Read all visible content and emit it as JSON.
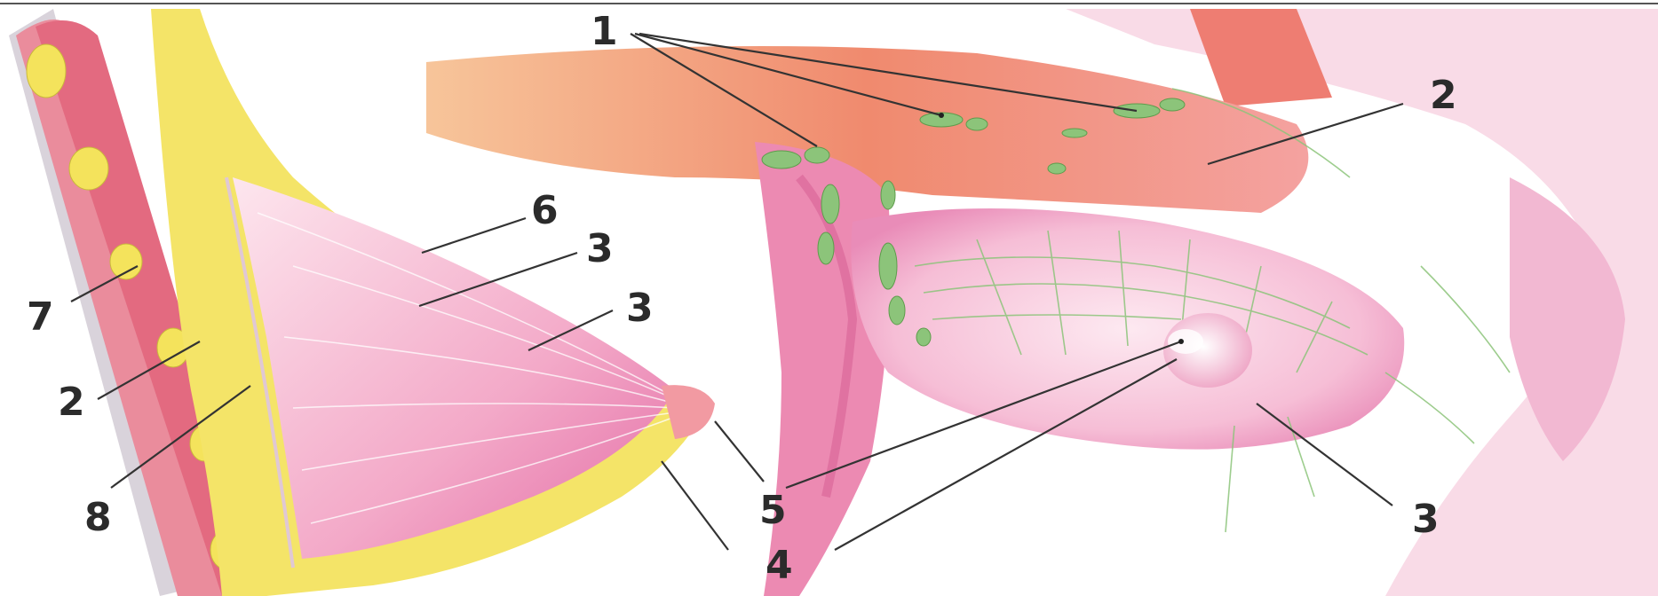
{
  "labels": {
    "l1": "1",
    "l2_right": "2",
    "l6": "6",
    "l3_upper": "3",
    "l3_lower": "3",
    "l7": "7",
    "l2_left": "2",
    "l8": "8",
    "l5": "5",
    "l4": "4",
    "l3_right": "3"
  },
  "colors": {
    "muscle": "#e46a7a",
    "muscle_light": "#f3a0a8",
    "fat": "#f2e24a",
    "gland": "#f7b8cf",
    "gland_deep": "#e889b6",
    "lymph": "#8cc47a",
    "skin_edge": "#c9c2cc",
    "areola": "#f4c6da"
  }
}
